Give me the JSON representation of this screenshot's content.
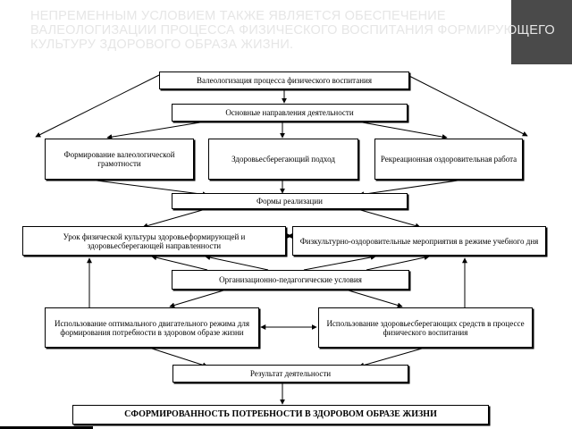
{
  "slide": {
    "title": "НЕПРЕМЕННЫМ УСЛОВИЕМ ТАКЖЕ ЯВЛЯЕТСЯ ОБЕСПЕЧЕНИЕ ВАЛЕОЛОГИЗАЦИИ ПРОЦЕССА ФИЗИЧЕСКОГО ВОСПИТАНИЯ ФОРМИРУЮЩЕГО КУЛЬТУРУ ЗДОРОВОГО ОБРАЗА ЖИЗНИ."
  },
  "diagram": {
    "valeologization": "Валеологизация процесса физического воспитания",
    "main_directions": "Основные направления деятельности",
    "formation_literacy": "Формирование валеологической грамотности",
    "health_saving_approach": "Здоровьесберегающий подход",
    "recreational_work": "Рекреационная оздоровительная работа",
    "forms_of_implementation": "Формы реализации",
    "pe_lesson": "Урок физической культуры здоровьеформирующей и здоровьесберегающей направленности",
    "sports_events": "Физкультурно-оздоровительные мероприятия в режиме учебного дня",
    "org_ped_conditions": "Организационно-педагогические условия",
    "optimal_motor_regime": "Использование оптимального двигательного режима для формирования потребности в здоровом образе жизни",
    "health_saving_means": "Использование здоровьесберегающих средств в процессе физического воспитания",
    "activity_result": "Результат деятельности",
    "final_result": "СФОРМИРОВАННОСТЬ ПОТРЕБНОСТИ В ЗДОРОВОМ ОБРАЗЕ ЖИЗНИ"
  },
  "colors": {
    "background": "#ffffff",
    "box_border": "#000000",
    "title_text": "#e6e6e6",
    "corner_strip": "#4a4a4a"
  }
}
